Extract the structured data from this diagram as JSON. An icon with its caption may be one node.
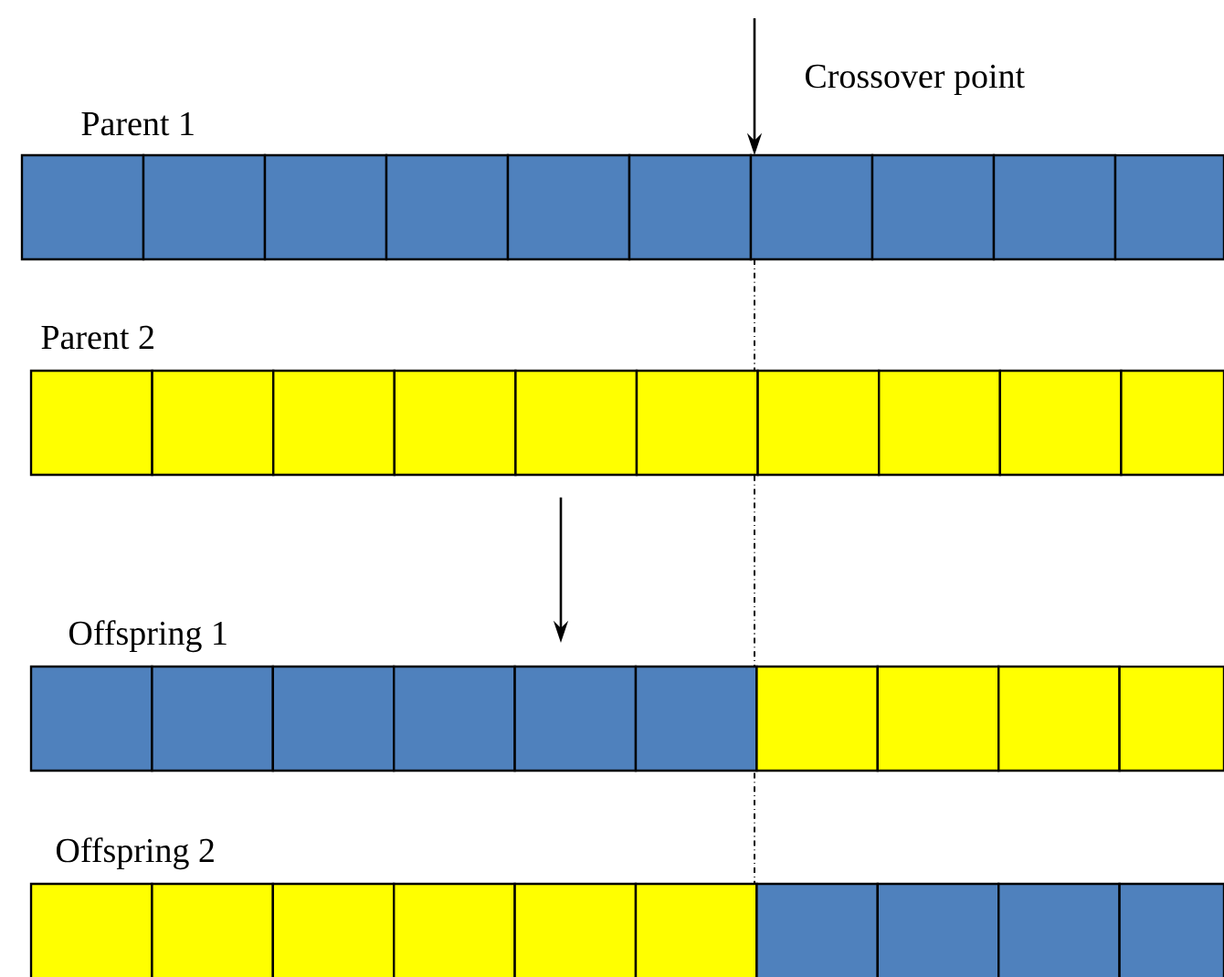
{
  "diagram": {
    "nodes": [
      {
        "text": [
          "Parent 1"
        ]
      },
      {
        "text": [
          "Parent 2"
        ]
      },
      {
        "text": [
          "Offspring 1"
        ]
      },
      {
        "text": [
          "Offspring 2"
        ]
      }
    ],
    "edges": [
      {
        "from": null,
        "to": 0,
        "arrow": "to"
      },
      {
        "from": 1,
        "to": 2,
        "arrow": "to"
      }
    ],
    "labels": [
      "Crossover point"
    ]
  }
}
